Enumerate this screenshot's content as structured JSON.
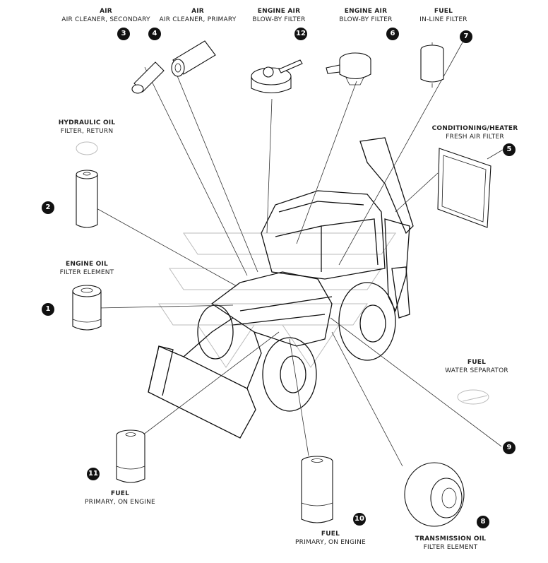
{
  "filters": [
    {
      "num": "1",
      "title": "ENGINE OIL",
      "subtitle": "FILTER ELEMENT"
    },
    {
      "num": "2",
      "title": "HYDRAULIC OIL",
      "subtitle": "FILTER, RETURN"
    },
    {
      "num": "3",
      "title": "AIR",
      "subtitle": "AIR CLEANER, SECONDARY"
    },
    {
      "num": "4",
      "title": "AIR",
      "subtitle": "AIR CLEANER, PRIMARY"
    },
    {
      "num": "5",
      "title": "CONDITIONING/HEATER",
      "subtitle": "FRESH AIR FILTER"
    },
    {
      "num": "6",
      "title": "ENGINE AIR",
      "subtitle": "BLOW-BY FILTER"
    },
    {
      "num": "7",
      "title": "FUEL",
      "subtitle": "IN-LINE FILTER"
    },
    {
      "num": "8",
      "title": "TRANSMISSION OIL",
      "subtitle": "FILTER ELEMENT"
    },
    {
      "num": "9",
      "title": "FUEL",
      "subtitle": "WATER SEPARATOR"
    },
    {
      "num": "10",
      "title": "FUEL",
      "subtitle": "PRIMARY, ON ENGINE"
    },
    {
      "num": "11",
      "title": "FUEL",
      "subtitle": "PRIMARY, ON ENGINE"
    },
    {
      "num": "12",
      "title": "ENGINE AIR",
      "subtitle": "BLOW-BY FILTER"
    }
  ]
}
